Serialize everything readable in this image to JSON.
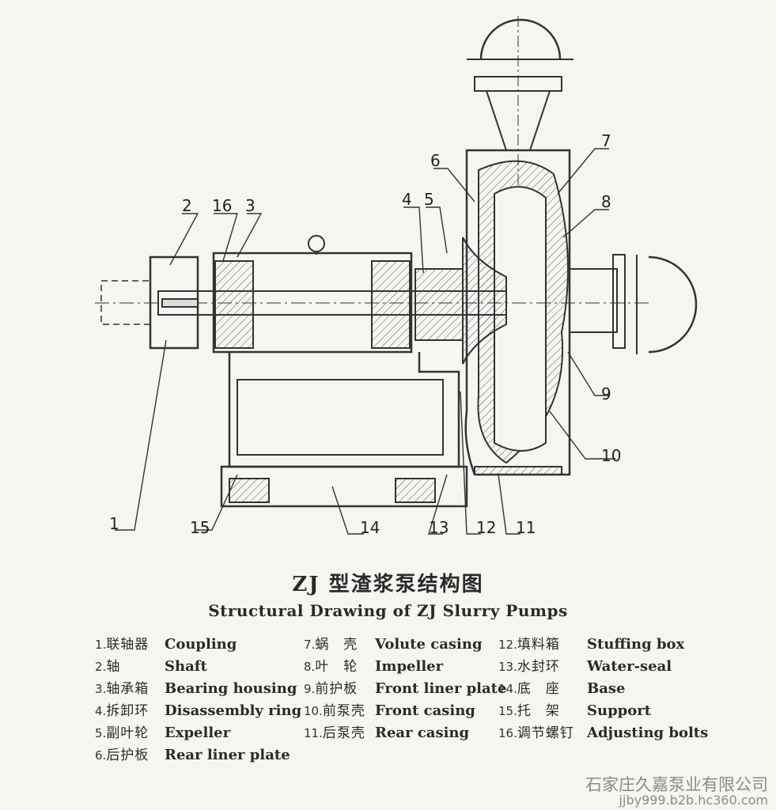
{
  "diagram": {
    "callouts": [
      "1",
      "2",
      "3",
      "4",
      "5",
      "6",
      "7",
      "8",
      "9",
      "10",
      "11",
      "12",
      "13",
      "14",
      "15",
      "16"
    ]
  },
  "title_cn": "ZJ 型渣浆泵结构图",
  "title_en": "Structural Drawing of ZJ Slurry Pumps",
  "legend": [
    {
      "num": "1.",
      "cn": "联轴器",
      "en": "Coupling"
    },
    {
      "num": "2.",
      "cn": "轴",
      "en": "Shaft"
    },
    {
      "num": "3.",
      "cn": "轴承箱",
      "en": "Bearing housing"
    },
    {
      "num": "4.",
      "cn": "拆卸环",
      "en": "Disassembly ring"
    },
    {
      "num": "5.",
      "cn": "副叶轮",
      "en": "Expeller"
    },
    {
      "num": "6.",
      "cn": "后护板",
      "en": "Rear liner plate"
    },
    {
      "num": "7.",
      "cn": "蜗　壳",
      "en": "Volute casing"
    },
    {
      "num": "8.",
      "cn": "叶　轮",
      "en": "Impeller"
    },
    {
      "num": "9.",
      "cn": "前护板",
      "en": "Front liner plate"
    },
    {
      "num": "10.",
      "cn": "前泵壳",
      "en": "Front casing"
    },
    {
      "num": "11.",
      "cn": "后泵壳",
      "en": "Rear casing"
    },
    {
      "num": "12.",
      "cn": "填料箱",
      "en": "Stuffing box"
    },
    {
      "num": "13.",
      "cn": "水封环",
      "en": "Water-seal"
    },
    {
      "num": "14.",
      "cn": "底　座",
      "en": "Base"
    },
    {
      "num": "15.",
      "cn": "托　架",
      "en": "Support"
    },
    {
      "num": "16.",
      "cn": "调节螺钉",
      "en": "Adjusting bolts"
    }
  ],
  "watermark": {
    "company": "石家庄久嘉泵业有限公司",
    "url": "jjby999.b2b.hc360.com"
  }
}
